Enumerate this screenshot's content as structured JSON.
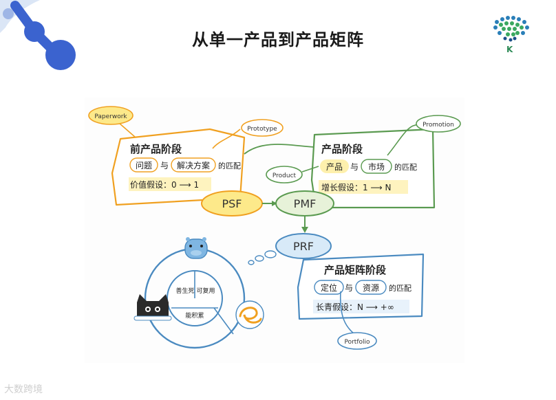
{
  "title": "从单一产品到产品矩阵",
  "colors": {
    "orange": "#f0a020",
    "green": "#5a9a50",
    "blue": "#4a8ac0",
    "accent_blue": "#3b5fc8",
    "yellow_highlight": "#fde98a"
  },
  "diagram": {
    "pre_product": {
      "tag": "Paperwork",
      "tag2": "Prototype",
      "heading": "前产品阶段",
      "line1_a": "问题",
      "line1_b": "与",
      "line1_c": "解决方案",
      "line1_d": "的匹配",
      "line2": "价值假设：0 ⟶ 1",
      "badge": "PSF"
    },
    "product": {
      "tag": "Product",
      "tag2": "Promotion",
      "heading": "产品阶段",
      "line1_a": "产品",
      "line1_b": "与",
      "line1_c": "市场",
      "line1_d": "的匹配",
      "line2": "增长假设：1 ⟶ N",
      "badge": "PMF"
    },
    "matrix": {
      "tag": "Portfolio",
      "heading": "产品矩阵阶段",
      "line1_a": "定位",
      "line1_b": "与",
      "line1_c": "资源",
      "line1_d": "的匹配",
      "line2": "长青假设：N ⟶ +∞",
      "badge": "PRF"
    },
    "circle": {
      "seg1": "善生死",
      "seg2": "可复用",
      "seg3": "能积累"
    }
  },
  "watermark": "大数跨境"
}
